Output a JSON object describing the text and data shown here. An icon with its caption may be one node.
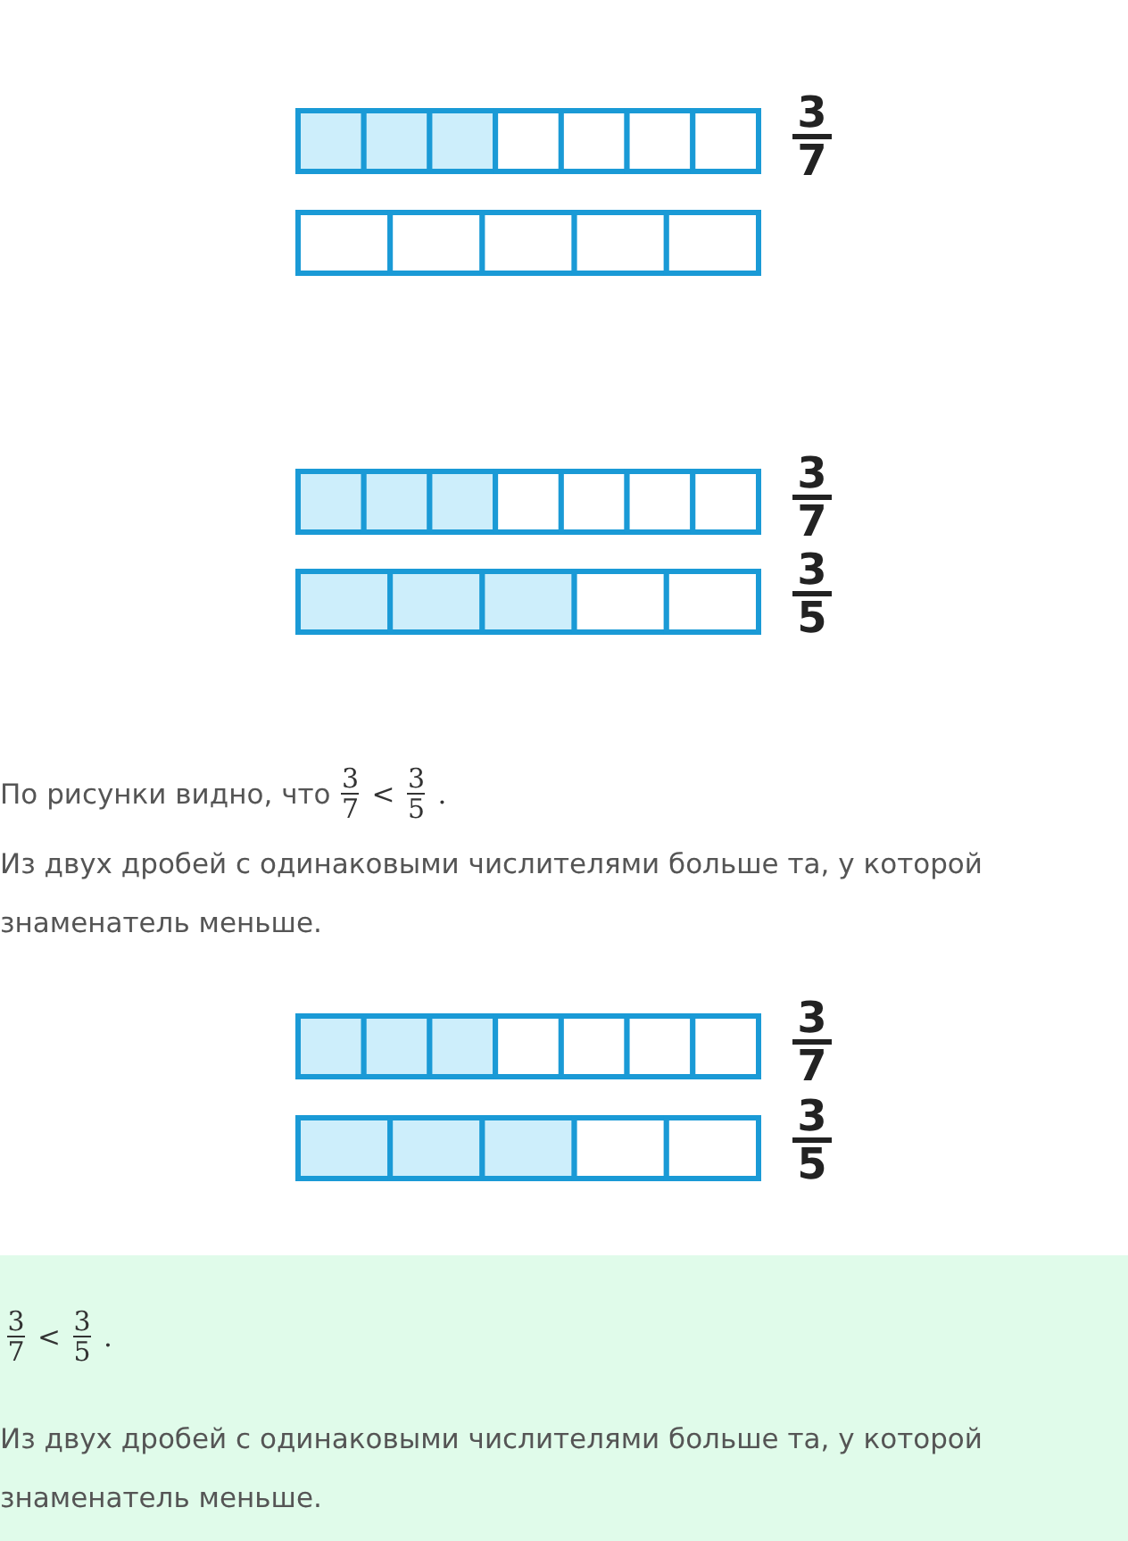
{
  "diagram": {
    "labels": [
      "3",
      "7",
      "3",
      "7",
      "3",
      "5",
      "По рисунки видно, что",
      "3",
      "7",
      "<",
      "3",
      "5",
      ".",
      "Из двух дробей с одинаковыми числителями больше та, у которой знаменатель меньше.",
      "3",
      "7",
      "3",
      "5",
      "3",
      "7",
      "<",
      "3",
      "5",
      ".",
      "Из двух дробей с одинаковыми числителями больше та, у которой знаменатель меньше."
    ]
  }
}
